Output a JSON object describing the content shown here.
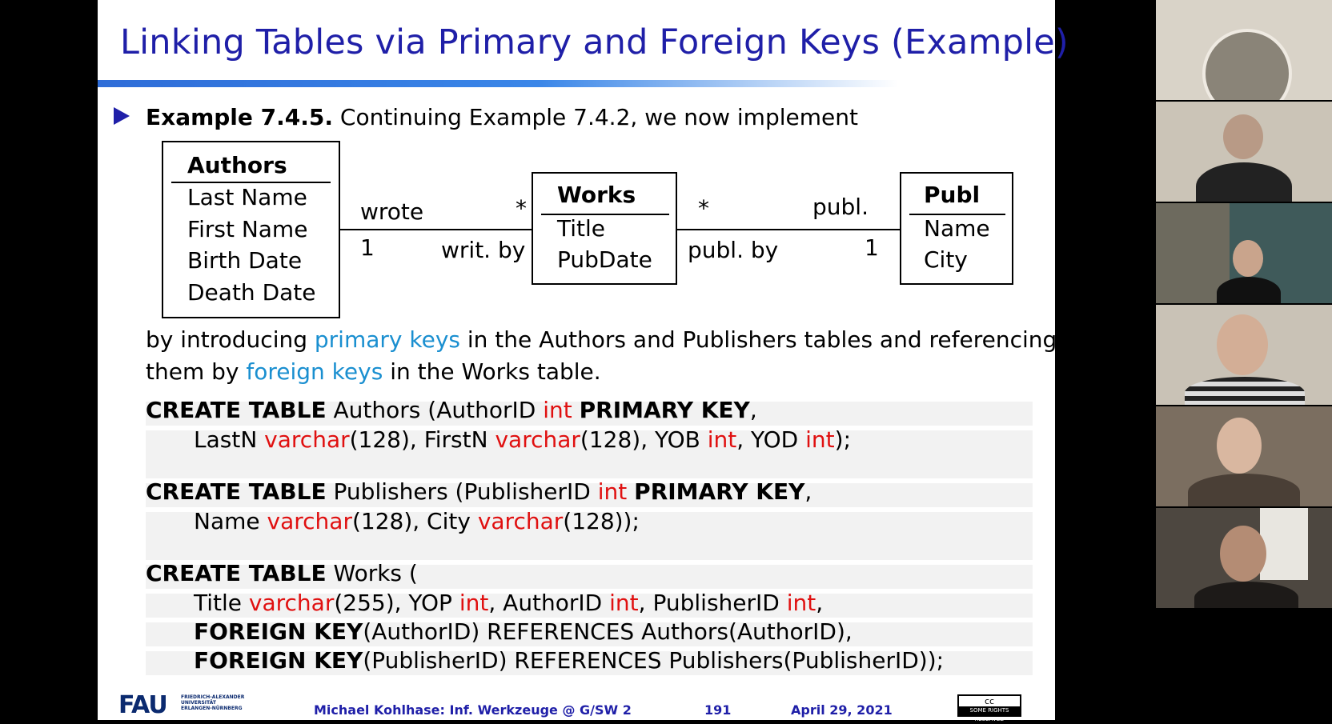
{
  "slide": {
    "title": "Linking Tables via Primary and Foreign Keys (Example)",
    "intro": {
      "bold": "Example 7.4.5.",
      "rest": " Continuing Example 7.4.2, we now implement"
    },
    "diagram": {
      "authors": {
        "title": "Authors",
        "attrs": [
          "Last Name",
          "First Name",
          "Birth Date",
          "Death Date"
        ]
      },
      "works": {
        "title": "Works",
        "attrs": [
          "Title",
          "PubDate"
        ]
      },
      "publ": {
        "title": "Publ",
        "attrs": [
          "Name",
          "City"
        ]
      },
      "labels": {
        "wrote": "wrote",
        "star1": "*",
        "one1": "1",
        "writ_by": "writ. by",
        "star2": "*",
        "publ": "publ.",
        "publ_by": "publ. by",
        "one2": "1"
      }
    },
    "para": {
      "p1": "by introducing ",
      "k1": "primary keys",
      "p2": " in the Authors and Publishers tables and referencing",
      "p3": "them by ",
      "k2": "foreign keys",
      "p4": " in the Works table."
    },
    "sql": {
      "b1": {
        "l1": {
          "kw": "CREATE TABLE",
          "t1": " Authors (AuthorID ",
          "ty": "int",
          "sp": " ",
          "kw2": "PRIMARY KEY",
          "t2": ","
        },
        "l2": {
          "a": "LastN ",
          "ty1": "varchar",
          "b": "(128), FirstN ",
          "ty2": "varchar",
          "c": "(128), YOB ",
          "ty3": "int",
          "d": ", YOD ",
          "ty4": "int",
          "e": ");"
        }
      },
      "b2": {
        "l1": {
          "kw": "CREATE TABLE",
          "t1": " Publishers (PublisherID ",
          "ty": "int",
          "sp": " ",
          "kw2": "PRIMARY KEY",
          "t2": ","
        },
        "l2": {
          "a": "Name ",
          "ty1": "varchar",
          "b": "(128), City ",
          "ty2": "varchar",
          "c": "(128));"
        }
      },
      "b3": {
        "l1": {
          "kw": "CREATE TABLE",
          "t1": " Works ("
        },
        "l2": {
          "a": "Title ",
          "ty1": "varchar",
          "b": "(255), YOP ",
          "ty2": "int",
          "c": ", AuthorID ",
          "ty3": "int",
          "d": ", PublisherID ",
          "ty4": "int",
          "e": ","
        },
        "l3": {
          "kw": "FOREIGN KEY",
          "t": "(AuthorID) REFERENCES Authors(AuthorID),"
        },
        "l4": {
          "kw": "FOREIGN KEY",
          "t": "(PublisherID) REFERENCES Publishers(PublisherID));"
        }
      }
    },
    "footer": {
      "logo": "FAU",
      "logo_sub1": "FRIEDRICH-ALEXANDER",
      "logo_sub2": "UNIVERSITÄT",
      "logo_sub3": "ERLANGEN-NÜRNBERG",
      "author": "Michael Kohlhase: Inf. Werkzeuge @ G/SW 2",
      "page": "191",
      "date": "April 29, 2021",
      "cc_top": "cc",
      "cc_bottom": "SOME RIGHTS RESERVED"
    }
  },
  "video_tiles": {
    "colors": [
      "#d9d3c8",
      "#8a8478",
      "#6d6a5e",
      "#c9c2b6",
      "#7b6e60",
      "#4d4740"
    ]
  }
}
